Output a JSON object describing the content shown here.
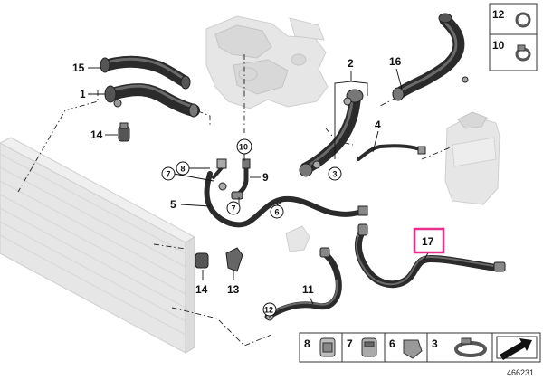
{
  "callouts": {
    "c1": "1",
    "c2": "2",
    "c3": "3",
    "c4": "4",
    "c5": "5",
    "c6": "6",
    "c7a": "7",
    "c7b": "7",
    "c8": "8",
    "c9": "9",
    "c10": "10",
    "c11": "11",
    "c12": "12",
    "c13": "13",
    "c14a": "14",
    "c14b": "14",
    "c15": "15",
    "c16": "16",
    "c17": "17"
  },
  "legend_top": {
    "item12": "12",
    "item10": "10"
  },
  "legend_bottom": {
    "item8": "8",
    "item7": "7",
    "item6": "6",
    "item3": "3"
  },
  "reference_number": "466231",
  "colors": {
    "highlight": "#e8308a",
    "hose": "#2b2b2b",
    "ghost": "#e6e6e6"
  }
}
